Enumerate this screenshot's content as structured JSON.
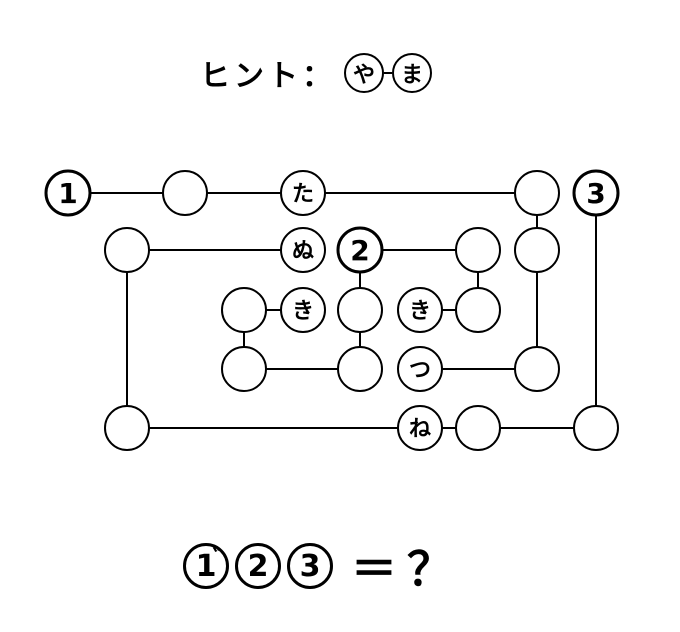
{
  "hint": {
    "label": "ヒント：",
    "chars": [
      "や",
      "ま"
    ]
  },
  "nodes": [
    {
      "id": "n1",
      "label": "1",
      "kind": "number"
    },
    {
      "id": "n2",
      "label": "",
      "kind": "empty"
    },
    {
      "id": "n3",
      "label": "た",
      "kind": "char"
    },
    {
      "id": "n4",
      "label": "",
      "kind": "empty"
    },
    {
      "id": "n5",
      "label": "3",
      "kind": "number"
    },
    {
      "id": "n6",
      "label": "",
      "kind": "empty"
    },
    {
      "id": "n7",
      "label": "ぬ",
      "kind": "char"
    },
    {
      "id": "n8",
      "label": "2",
      "kind": "number"
    },
    {
      "id": "n9",
      "label": "",
      "kind": "empty"
    },
    {
      "id": "n10",
      "label": "",
      "kind": "empty"
    },
    {
      "id": "n11",
      "label": "",
      "kind": "empty"
    },
    {
      "id": "n12",
      "label": "き",
      "kind": "char"
    },
    {
      "id": "n13",
      "label": "",
      "kind": "empty"
    },
    {
      "id": "n14",
      "label": "き",
      "kind": "char"
    },
    {
      "id": "n15",
      "label": "",
      "kind": "empty"
    },
    {
      "id": "n16",
      "label": "",
      "kind": "empty"
    },
    {
      "id": "n17",
      "label": "",
      "kind": "empty"
    },
    {
      "id": "n18",
      "label": "つ",
      "kind": "char"
    },
    {
      "id": "n19",
      "label": "",
      "kind": "empty"
    },
    {
      "id": "n20",
      "label": "",
      "kind": "empty"
    },
    {
      "id": "n21",
      "label": "ね",
      "kind": "char"
    },
    {
      "id": "n22",
      "label": "",
      "kind": "empty"
    },
    {
      "id": "n23",
      "label": "",
      "kind": "empty"
    }
  ],
  "edges": [
    [
      "n1",
      "n2"
    ],
    [
      "n2",
      "n3"
    ],
    [
      "n3",
      "n4"
    ],
    [
      "n4",
      "n10"
    ],
    [
      "n10",
      "n19"
    ],
    [
      "n5",
      "n23"
    ],
    [
      "n23",
      "n22"
    ],
    [
      "n22",
      "n21"
    ],
    [
      "n21",
      "n20"
    ],
    [
      "n20",
      "n6"
    ],
    [
      "n6",
      "n7"
    ],
    [
      "n8",
      "n9"
    ],
    [
      "n9",
      "n15"
    ],
    [
      "n8",
      "n13"
    ],
    [
      "n13",
      "n17"
    ],
    [
      "n17",
      "n16"
    ],
    [
      "n16",
      "n11"
    ],
    [
      "n11",
      "n12"
    ],
    [
      "n14",
      "n15"
    ],
    [
      "n18",
      "n19"
    ]
  ],
  "question": {
    "circles": [
      "1",
      "2",
      "3"
    ],
    "dakuten": "゛",
    "equation": "＝？"
  }
}
